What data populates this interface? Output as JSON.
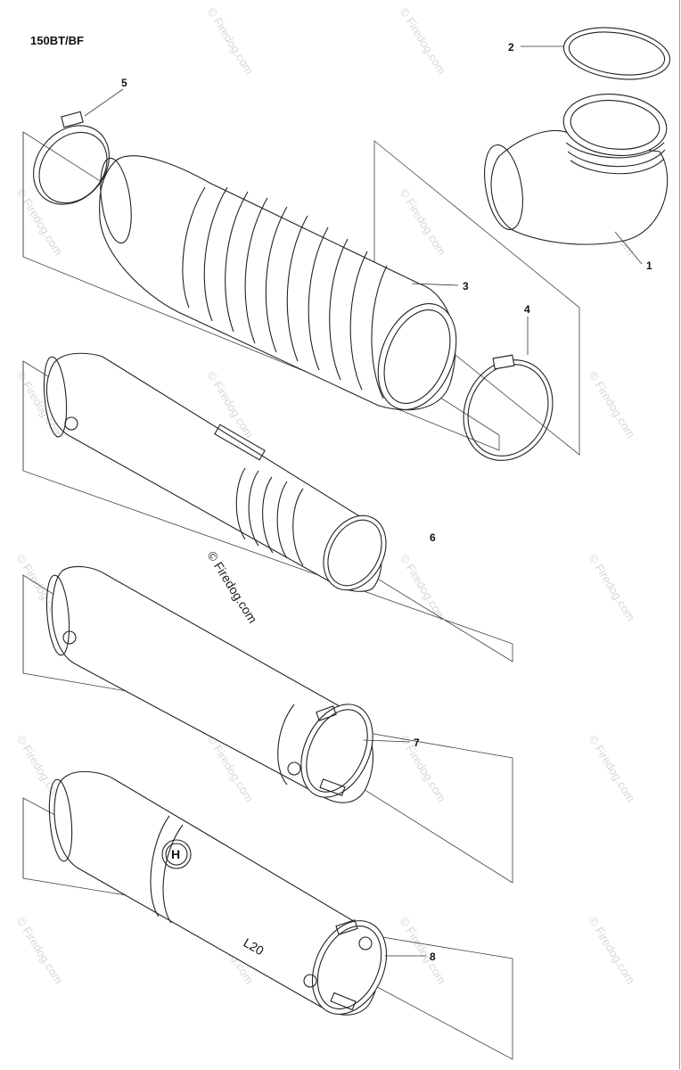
{
  "diagram": {
    "model_label": "150BT/BF",
    "watermark_main": "© Firedog.com",
    "watermark_repeat": "© Firedog.com",
    "parts": [
      {
        "id": "1",
        "label": "1"
      },
      {
        "id": "2",
        "label": "2"
      },
      {
        "id": "3",
        "label": "3"
      },
      {
        "id": "4",
        "label": "4"
      },
      {
        "id": "5",
        "label": "5"
      },
      {
        "id": "6",
        "label": "6"
      },
      {
        "id": "7",
        "label": "7"
      },
      {
        "id": "8",
        "label": "8"
      }
    ],
    "tube_marking": "L20",
    "logo_glyph": "H"
  }
}
